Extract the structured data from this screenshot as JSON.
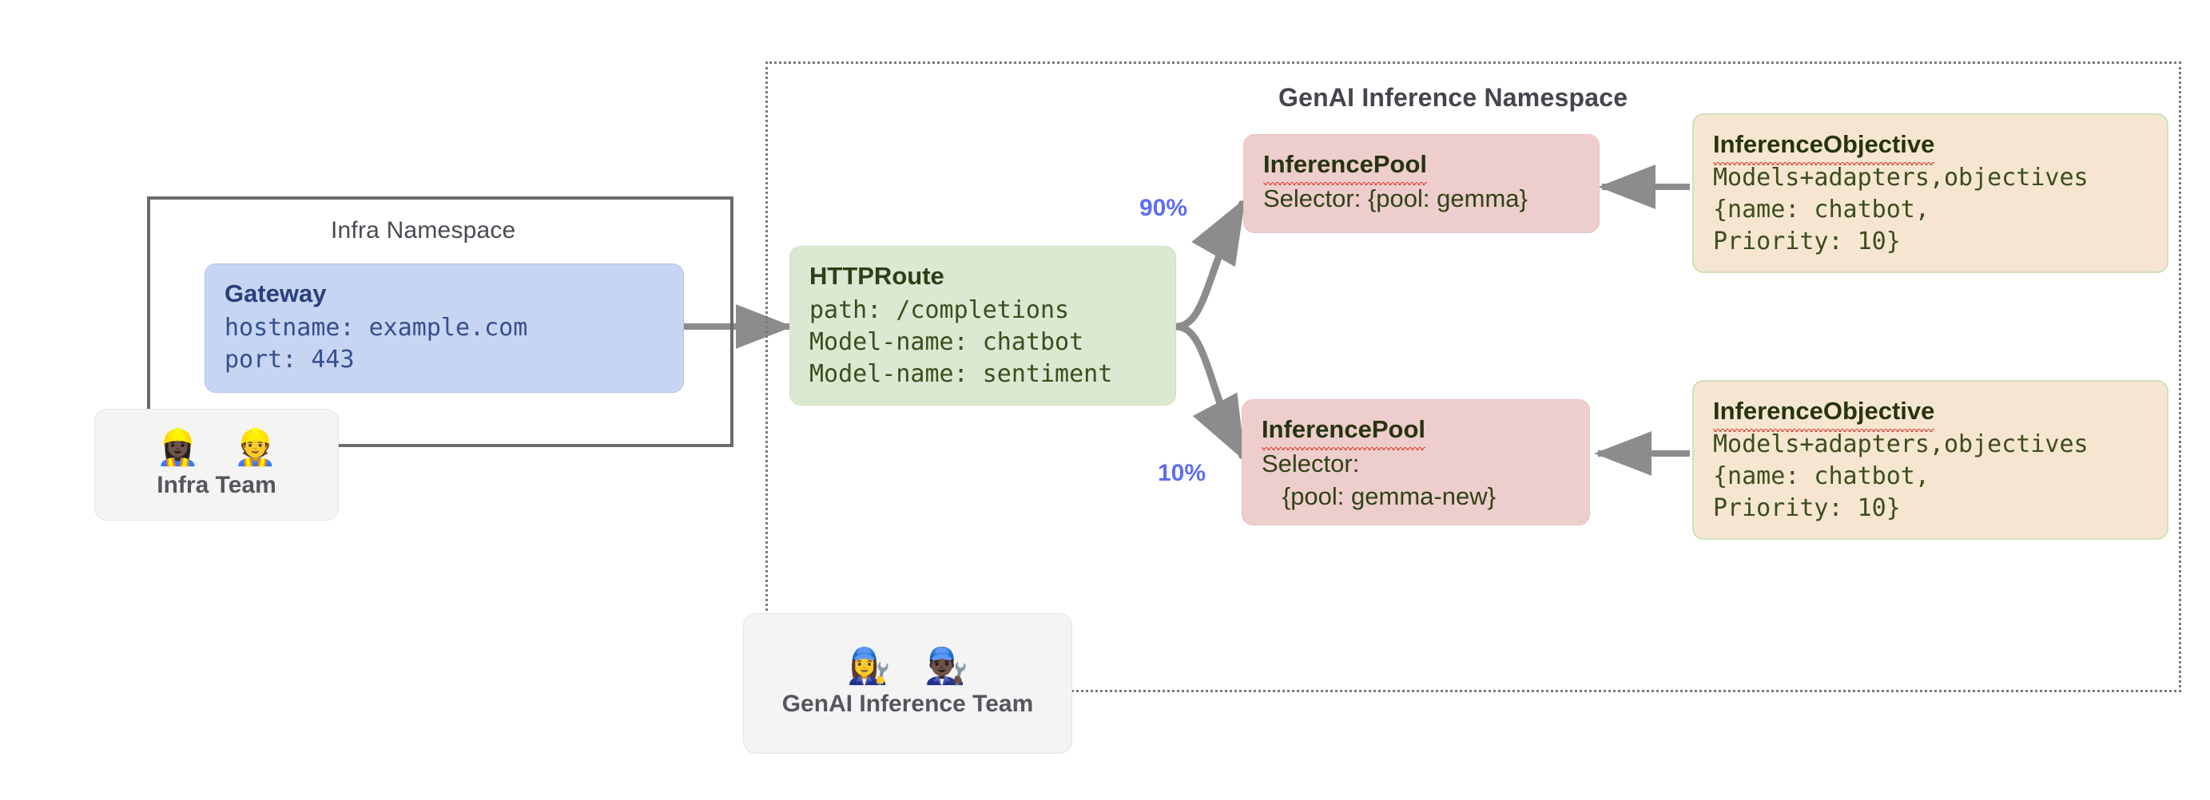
{
  "diagram": {
    "title": "Gateway API Inference Extension routing diagram",
    "accent_arrow_color": "#8c8c8c",
    "accent_percent_color": "#5b6ff0"
  },
  "infra_namespace": {
    "title": "Infra Namespace",
    "gateway": {
      "title": "Gateway",
      "line1": "hostname: example.com",
      "line2": "port: 443"
    }
  },
  "infra_team": {
    "emojis": "👷🏿‍♀️ 👷",
    "label": "Infra Team"
  },
  "genai_namespace": {
    "title": "GenAI Inference Namespace",
    "httproute": {
      "title": "HTTPRoute",
      "line1": "path: /completions",
      "line2": "Model-name: chatbot",
      "line3": "Model-name: sentiment"
    },
    "splits": [
      {
        "label": "90%"
      },
      {
        "label": "10%"
      }
    ],
    "pools": [
      {
        "title": "InferencePool",
        "line1": "Selector: {pool: gemma}",
        "line2": ""
      },
      {
        "title": "InferencePool",
        "line1": "Selector:",
        "line2": "   {pool: gemma-new}"
      }
    ],
    "objectives": [
      {
        "title": "InferenceObjective",
        "line1": "Models+adapters,objectives",
        "line2": "{name: chatbot,",
        "line3": "Priority: 10}"
      },
      {
        "title": "InferenceObjective",
        "line1": "Models+adapters,objectives",
        "line2": "{name: chatbot,",
        "line3": "Priority: 10}"
      }
    ]
  },
  "genai_team": {
    "emojis": "👩‍🔧 👨🏿‍🔧",
    "label": "GenAI Inference Team"
  }
}
